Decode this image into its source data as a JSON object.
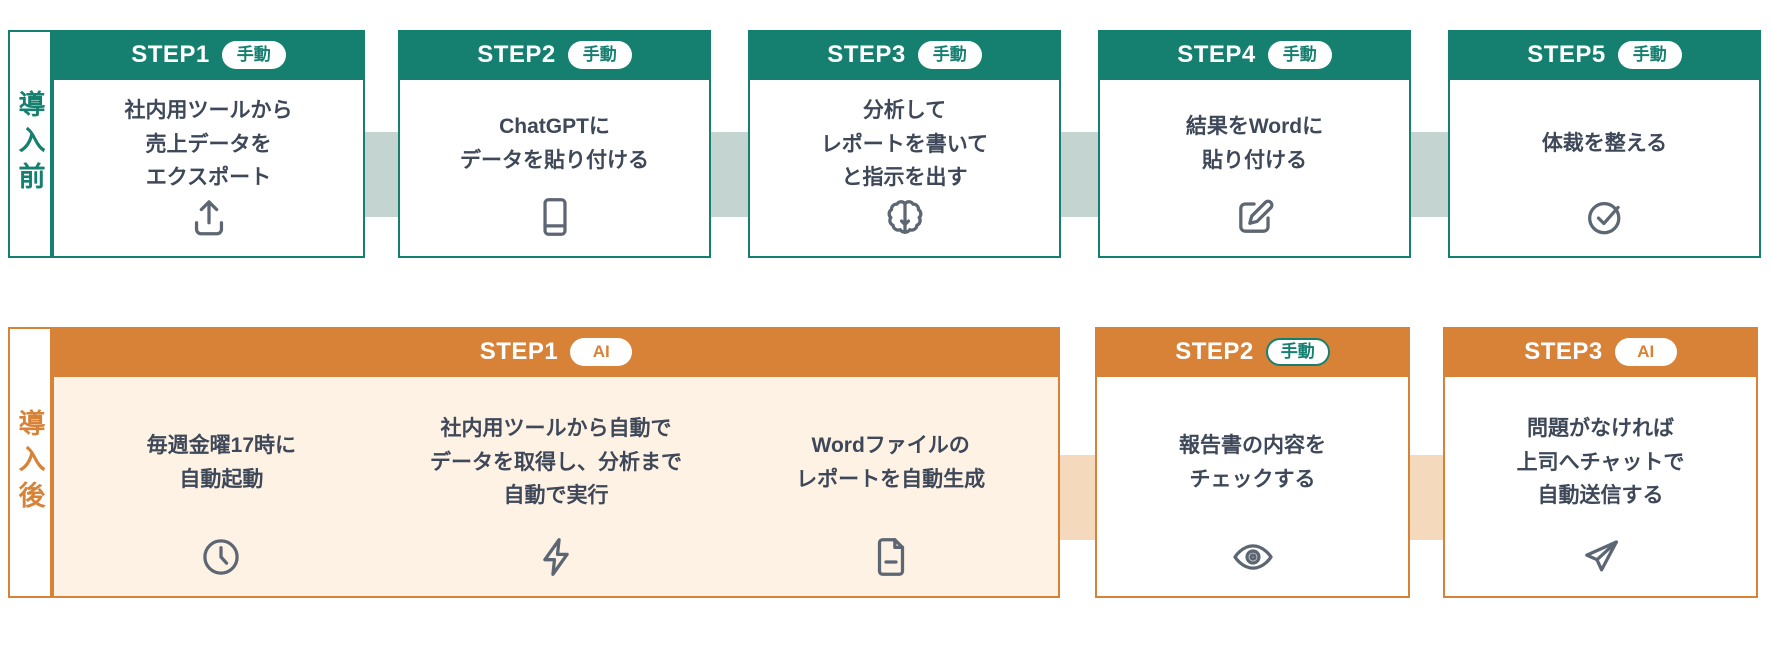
{
  "colors": {
    "teal": "#168070",
    "orange": "#d88238",
    "gray_connector": "#c4d4d0",
    "peach_connector": "#f5d9bc",
    "cream_body": "#fdf2e4",
    "body_text": "#3e4859",
    "icon_gray": "#5d6673"
  },
  "rows": [
    {
      "label": "導入前",
      "steps": [
        {
          "step": "STEP1",
          "badge": "手動",
          "icon": "upload-icon",
          "lines": [
            "社内用ツールから",
            "売上データを",
            "エクスポート"
          ]
        },
        {
          "step": "STEP2",
          "badge": "手動",
          "icon": "book-icon",
          "lines": [
            "ChatGPTに",
            "データを貼り付ける"
          ]
        },
        {
          "step": "STEP3",
          "badge": "手動",
          "icon": "brain-icon",
          "lines": [
            "分析して",
            "レポートを書いて",
            "と指示を出す"
          ]
        },
        {
          "step": "STEP4",
          "badge": "手動",
          "icon": "edit-icon",
          "lines": [
            "結果をWordに",
            "貼り付ける"
          ]
        },
        {
          "step": "STEP5",
          "badge": "手動",
          "icon": "check-circle-icon",
          "lines": [
            "体裁を整える"
          ]
        }
      ]
    },
    {
      "label": "導入後",
      "big_step": {
        "step": "STEP1",
        "badge": "AI",
        "columns": [
          {
            "icon": "clock-icon",
            "lines": [
              "毎週金曜17時に",
              "自動起動"
            ]
          },
          {
            "icon": "zap-icon",
            "lines": [
              "社内用ツールから自動で",
              "データを取得し、分析まで",
              "自動で実行"
            ]
          },
          {
            "icon": "file-text-icon",
            "lines": [
              "Wordファイルの",
              "レポートを自動生成"
            ]
          }
        ]
      },
      "steps": [
        {
          "step": "STEP2",
          "badge": "手動",
          "icon": "eye-icon",
          "lines": [
            "報告書の内容を",
            "チェックする"
          ]
        },
        {
          "step": "STEP3",
          "badge": "AI",
          "icon": "send-icon",
          "lines": [
            "問題がなければ",
            "上司へチャットで",
            "自動送信する"
          ]
        }
      ]
    }
  ]
}
